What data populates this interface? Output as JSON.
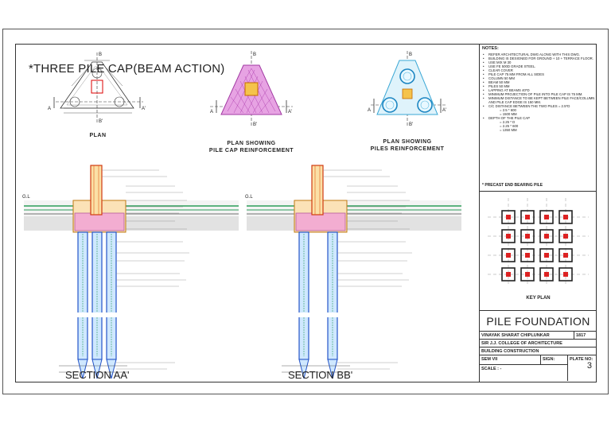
{
  "title": "*THREE PILE CAP(BEAM ACTION)",
  "plans": [
    {
      "caption_lines": [
        "PLAN"
      ]
    },
    {
      "caption_lines": [
        "PLAN SHOWING",
        "PILE CAP REINFORCEMENT"
      ]
    },
    {
      "caption_lines": [
        "PLAN SHOWING",
        "PILES REINFORCEMENT"
      ]
    }
  ],
  "sections": [
    "SECTION AA'",
    "SECTION BB'"
  ],
  "marks": {
    "a": "A",
    "a_prime": "A'",
    "b": "B",
    "b_prime": "B'",
    "gl": "G.L"
  },
  "notes": {
    "heading": "NOTES:",
    "items": [
      {
        "text": "REFER ARCHITECTURAL DWG ALONG WITH THIS DWG.",
        "sub": false
      },
      {
        "text": "BUILDING IS DESIGNED FOR GROUND + 10 + TERRACE FLOOR.",
        "sub": false
      },
      {
        "text": "USE MIX M 30",
        "sub": false
      },
      {
        "text": "USE FE 500D GRADE STEEL.",
        "sub": false
      },
      {
        "text": "CLEAR COVER",
        "sub": false
      },
      {
        "text": "PILE CAP 75 MM FROM ALL SIDES",
        "sub": false
      },
      {
        "text": "COLUMN 50 MM",
        "sub": false
      },
      {
        "text": "BEAM 50 MM",
        "sub": false
      },
      {
        "text": "PILES 50 MM",
        "sub": false
      },
      {
        "text": "LAPPING AT BEAMS 40*D",
        "sub": false
      },
      {
        "text": "MINIMUM PROJECTION OF PILE INTO PILE CAP IS 75 MM.",
        "sub": false
      },
      {
        "text": "MINIMUM DISTANCE TO BE KEPT BETWEEN PILE FACE/COLUMN AND PILE CAP EDGE IS 150 MM.",
        "sub": false
      },
      {
        "text": "C/C DISTANCE BETWEEN THE TWO PILES = 2.5*D",
        "sub": false
      },
      {
        "text": "= 2.5 * 600",
        "sub": true
      },
      {
        "text": "= 1500 MM",
        "sub": true
      },
      {
        "text": "DEPTH OF THE PILE CAP",
        "sub": false
      },
      {
        "text": "= 2.25 * D",
        "sub": true
      },
      {
        "text": "= 2.25 * 600",
        "sub": true
      },
      {
        "text": "= 1350 MM",
        "sub": true
      }
    ]
  },
  "precast_note": "* PRECAST END BEARING PILE",
  "key_plan_label": "KEY PLAN",
  "title_block": {
    "project": "PILE FOUNDATION",
    "student": "VINAYAK SHARAT CHIPLUNKAR",
    "roll": "1817",
    "college": "SIR J.J. COLLEGE OF ARCHITECTURE",
    "subject": "BUILDING CONSTRUCTION",
    "semester": "SEM VII",
    "sign_label": "SIGN:",
    "plate_label": "PLATE NO:",
    "plate_no": "3",
    "scale": "SCALE : -"
  }
}
